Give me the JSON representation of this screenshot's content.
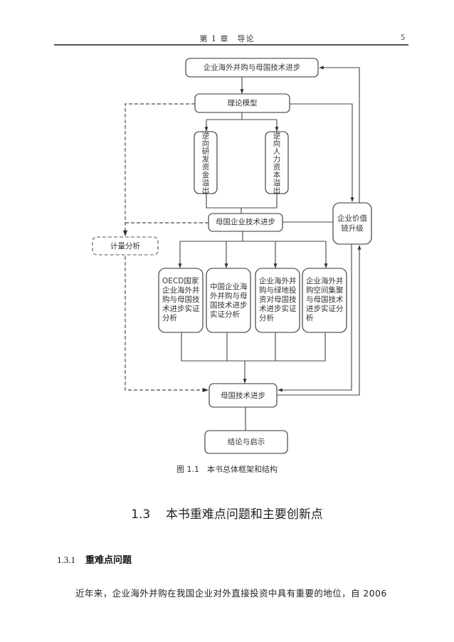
{
  "header": {
    "chapter_title": "第 1 章　导论",
    "page_number": "5"
  },
  "figure": {
    "nodes": {
      "top": "企业海外并购与母国技术进步",
      "theory_model": "理论模型",
      "reverse_rd": "逆向研发资金溢出",
      "reverse_hr": "逆向人力资本溢出",
      "parent_firm_tech": "母国企业技术进步",
      "econometric": "计量分析",
      "value_chain": "企业价值链升级",
      "study1": "OECD国家企业海外并购与母国技术进步实证分析",
      "study2": "中国企业海外并购与母国技术进步实证分析",
      "study3": "企业海外并购与绿地投资对母国技术进步实证分析",
      "study4": "企业海外并购空间集聚与母国技术进步实证分析",
      "home_tech": "母国技术进步",
      "conclusion": "结论与启示"
    },
    "caption": "图 1.1　本书总体框架和结构"
  },
  "section": {
    "number": "1.3",
    "title": "本书重难点问题和主要创新点"
  },
  "subsection": {
    "number": "1.3.1",
    "title": "重难点问题"
  },
  "paragraph": "近年来，企业海外并购在我国企业对外直接投资中具有重要的地位，自 2006"
}
